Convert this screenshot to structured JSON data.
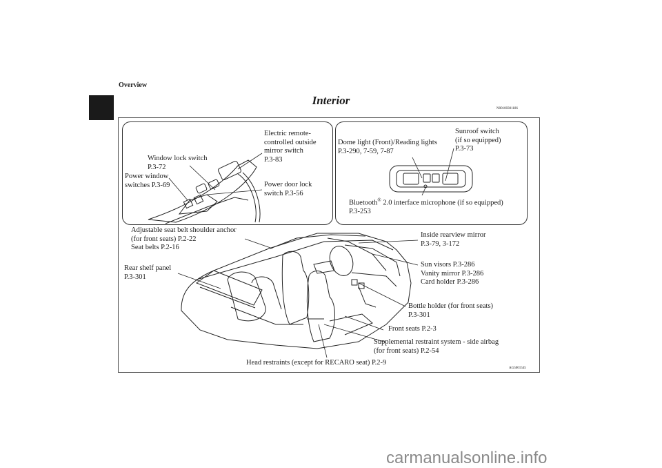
{
  "header": {
    "section": "Overview",
    "doc_number": "N00100301186"
  },
  "page": {
    "title": "Interior"
  },
  "labels": {
    "electric_mirror": "Electric remote-\ncontrolled outside\nmirror switch\nP.3-83",
    "window_lock": "Window lock switch\nP.3-72",
    "power_window": "Power window\nswitches P.3-69",
    "power_door_lock": "Power door lock\nswitch P.3-56",
    "dome_light": "Dome light (Front)/Reading lights\nP.3-290, 7-59, 7-87",
    "sunroof": "Sunroof switch\n(if so equipped)\nP.3-73",
    "bluetooth_pre": "Bluetooth",
    "bluetooth_reg": "®",
    "bluetooth_post": " 2.0 interface microphone (if so equipped)\nP.3-253",
    "seat_belt": "Adjustable seat belt shoulder anchor\n(for front seats) P.2-22\nSeat belts P.2-16",
    "rear_shelf": "Rear shelf panel\nP.3-301",
    "inside_mirror": "Inside rearview mirror\nP.3-79, 3-172",
    "sun_visors": "Sun visors P.3-286\nVanity mirror P.3-286\nCard holder P.3-286",
    "bottle_holder": "Bottle holder (for front seats)\nP.3-301",
    "front_seats": "Front seats P.2-3",
    "side_airbag": "Supplemental restraint system - side airbag\n(for front seats) P.2-54",
    "head_restraints": "Head restraints (except for RECARO seat) P.2-9"
  },
  "figure_code": "AG5001545",
  "watermark": "carmanualsonline.info"
}
